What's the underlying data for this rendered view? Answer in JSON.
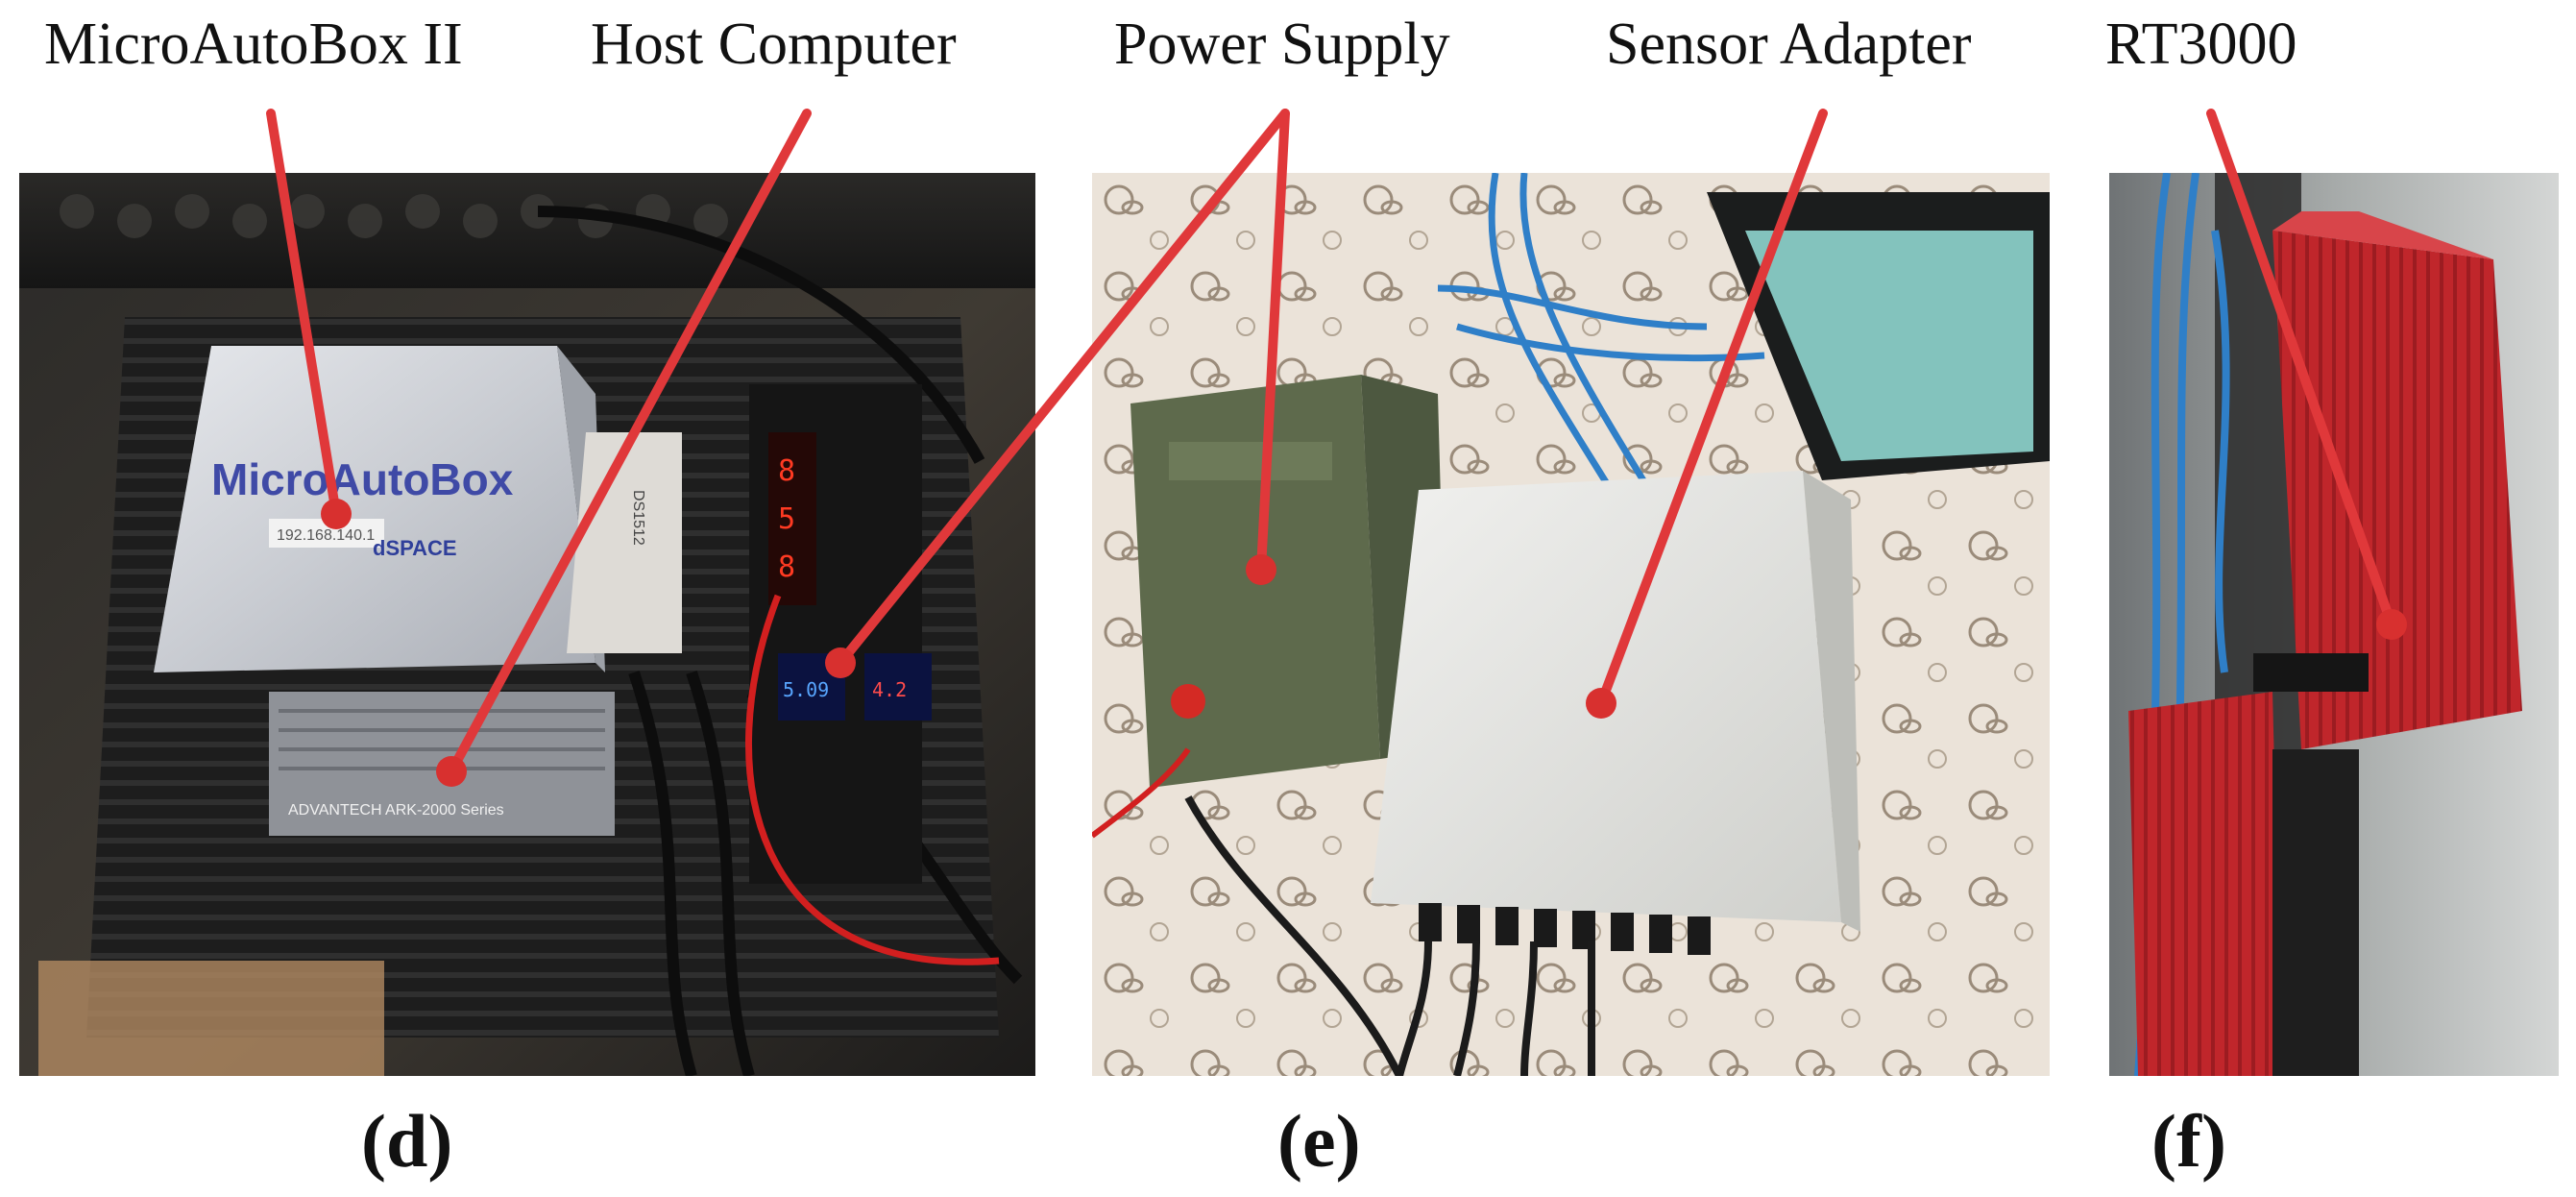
{
  "labels": {
    "microautobox": "MicroAutoBox II",
    "host_computer": "Host Computer",
    "power_supply": "Power Supply",
    "sensor_adapter": "Sensor Adapter",
    "rt3000": "RT3000"
  },
  "captions": {
    "d": "(d)",
    "e": "(e)",
    "f": "(f)"
  },
  "device_text": {
    "box_brand": "MicroAutoBox",
    "box_maker": "dSPACE",
    "ip_sticker": "192.168.140.1",
    "ds_module": "DS1512",
    "advantech": "ADVANTECH  ARK-2000 Series",
    "meter_a": "5.09",
    "meter_b": "4.2"
  },
  "colors": {
    "pointer": "#e0383a",
    "pointer_dot": "#d8302f",
    "rt3000_red": "#c0262b",
    "microautobox_silver": "#c9ccd2"
  }
}
